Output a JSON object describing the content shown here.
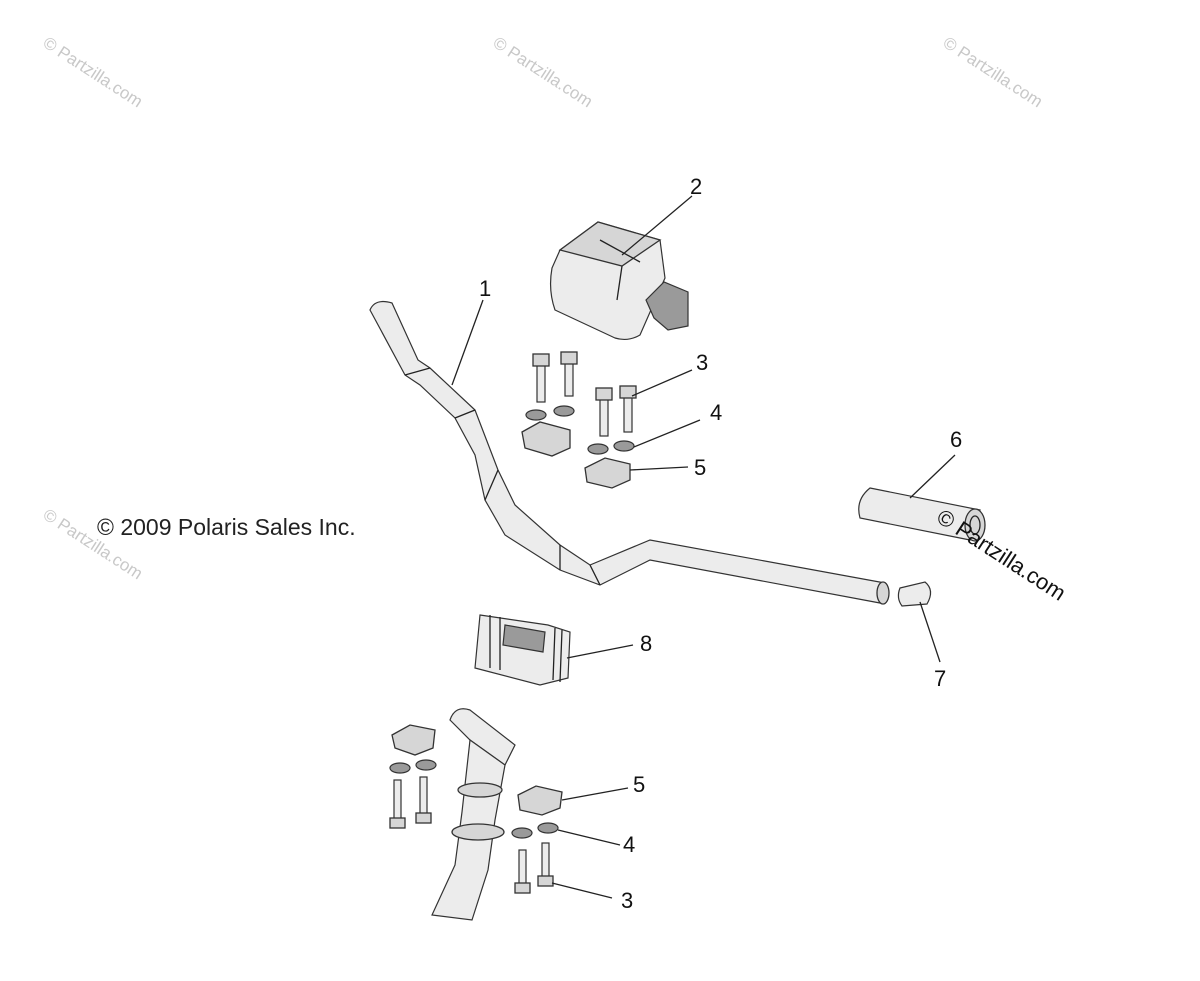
{
  "watermark_text": "© Partzilla.com",
  "copyright": "© 2009 Polaris Sales Inc.",
  "callouts": {
    "c1": "1",
    "c2": "2",
    "c3a": "3",
    "c4a": "4",
    "c5a": "5",
    "c6": "6",
    "c7": "7",
    "c8": "8",
    "c5b": "5",
    "c4b": "4",
    "c3b": "3"
  },
  "colors": {
    "line": "#222222",
    "part_fill": "#d6d6d6",
    "watermark": "#c8c8c8"
  }
}
